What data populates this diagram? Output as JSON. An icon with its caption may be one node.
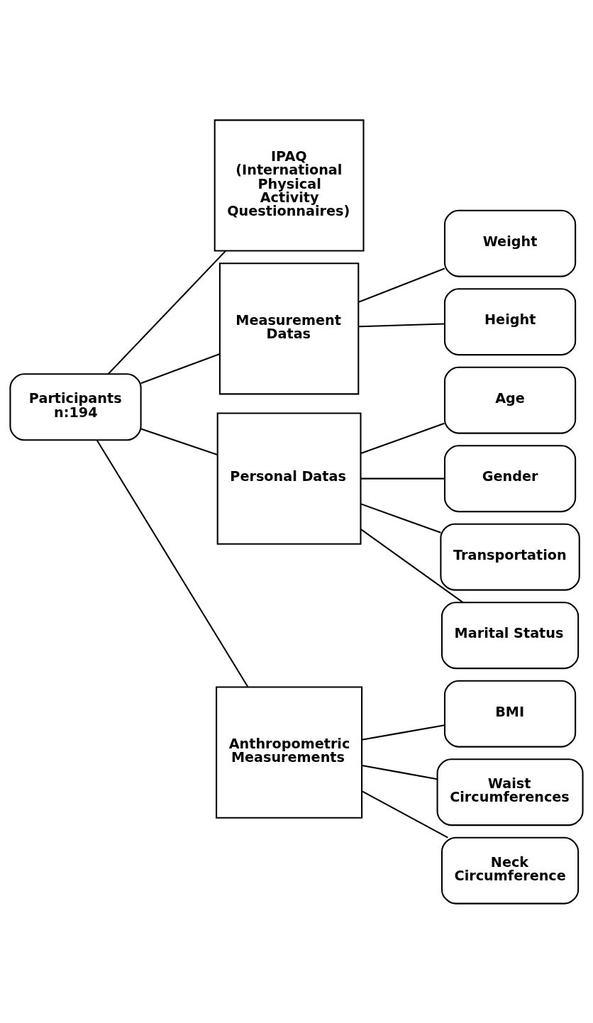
{
  "diagram": {
    "nodes": [
      {
        "text": [
          "Participants n:194"
        ]
      },
      {
        "text": [
          "IPAQ",
          "(International Physical Activity Questionnaires)"
        ]
      },
      {
        "text": [
          "Measurement Datas"
        ]
      },
      {
        "text": [
          "Weight"
        ]
      },
      {
        "text": [
          "Height"
        ]
      },
      {
        "text": [
          "Personal Datas"
        ]
      },
      {
        "text": [
          "Age"
        ]
      },
      {
        "text": [
          "Gender"
        ]
      },
      {
        "text": [
          "Transportation"
        ]
      },
      {
        "text": [
          "Marital Status"
        ]
      },
      {
        "text": [
          "Anthropometric Measurements"
        ]
      },
      {
        "text": [
          "BMI"
        ]
      },
      {
        "text": [
          "Waist Circumferences"
        ]
      },
      {
        "text": [
          "Neck Circumference"
        ]
      }
    ],
    "edges": [
      {
        "from": 0,
        "to": 1,
        "arrow": "none"
      },
      {
        "from": 0,
        "to": 2,
        "arrow": "none"
      },
      {
        "from": 0,
        "to": 5,
        "arrow": "none"
      },
      {
        "from": 0,
        "to": 10,
        "arrow": "none"
      },
      {
        "from": 2,
        "to": 3,
        "arrow": "none"
      },
      {
        "from": 2,
        "to": 4,
        "arrow": "none"
      },
      {
        "from": 5,
        "to": 6,
        "arrow": "none"
      },
      {
        "from": 5,
        "to": 7,
        "arrow": "none"
      },
      {
        "from": 5,
        "to": 8,
        "arrow": "none"
      },
      {
        "from": 5,
        "to": 9,
        "arrow": "none"
      },
      {
        "from": 10,
        "to": 11,
        "arrow": "none"
      },
      {
        "from": 10,
        "to": 12,
        "arrow": "none"
      },
      {
        "from": 10,
        "to": 13,
        "arrow": "none"
      }
    ]
  }
}
